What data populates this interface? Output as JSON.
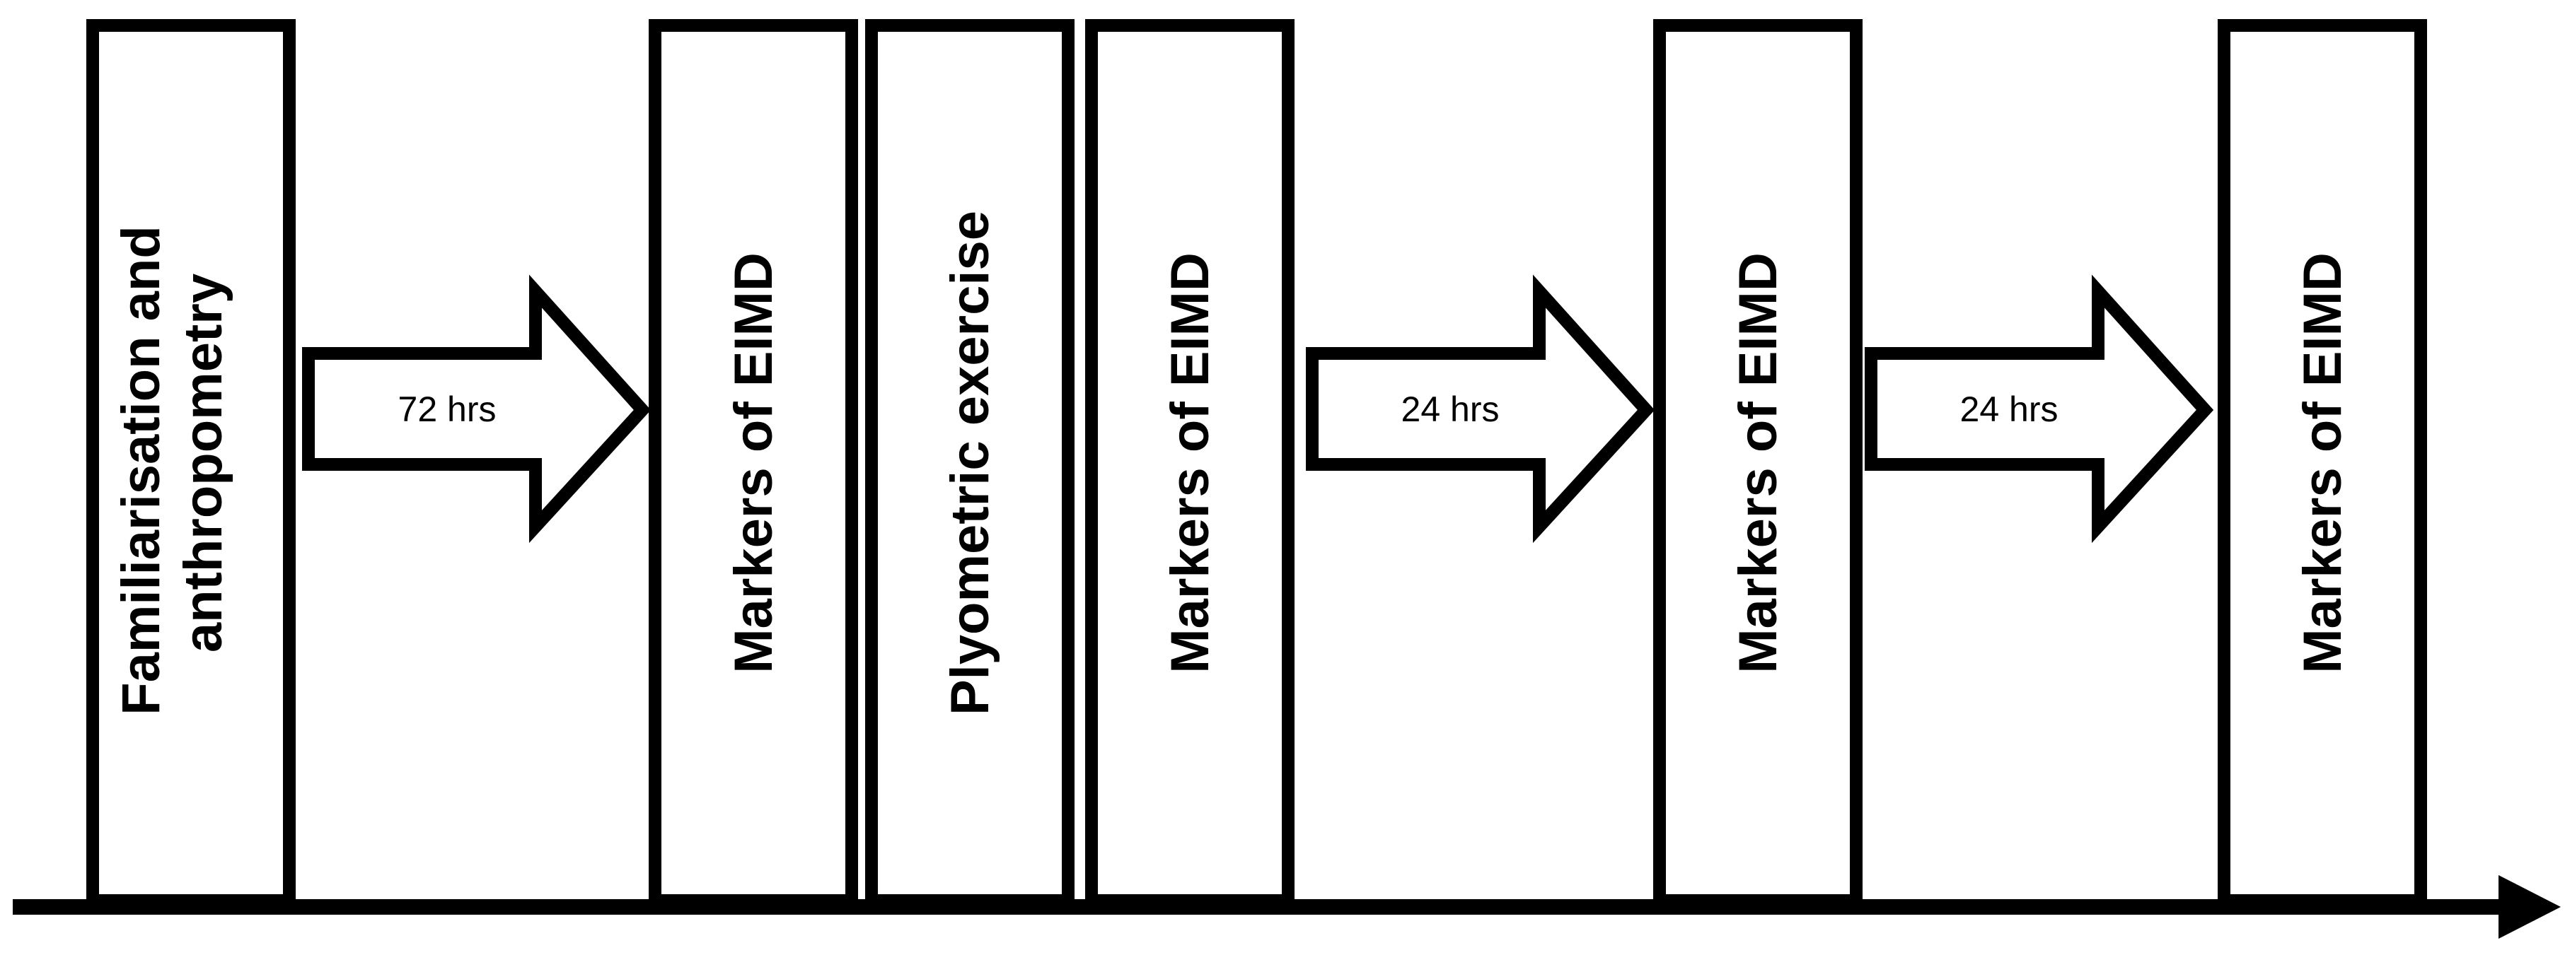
{
  "diagram": {
    "stages": [
      {
        "id": "familiarisation",
        "lines": [
          "Familiarisation and",
          "anthropometry"
        ]
      },
      {
        "id": "markers-1",
        "lines": [
          "Markers of EIMD"
        ]
      },
      {
        "id": "plyometric",
        "lines": [
          "Plyometric exercise"
        ]
      },
      {
        "id": "markers-2",
        "lines": [
          "Markers of EIMD"
        ]
      },
      {
        "id": "markers-3",
        "lines": [
          "Markers of EIMD"
        ]
      },
      {
        "id": "markers-4",
        "lines": [
          "Markers of EIMD"
        ]
      }
    ],
    "intervals": [
      {
        "id": "interval-1",
        "label": "72 hrs"
      },
      {
        "id": "interval-2",
        "label": "24 hrs"
      },
      {
        "id": "interval-3",
        "label": "24 hrs"
      }
    ],
    "colors": {
      "stroke": "#000000",
      "fill": "#ffffff"
    }
  }
}
